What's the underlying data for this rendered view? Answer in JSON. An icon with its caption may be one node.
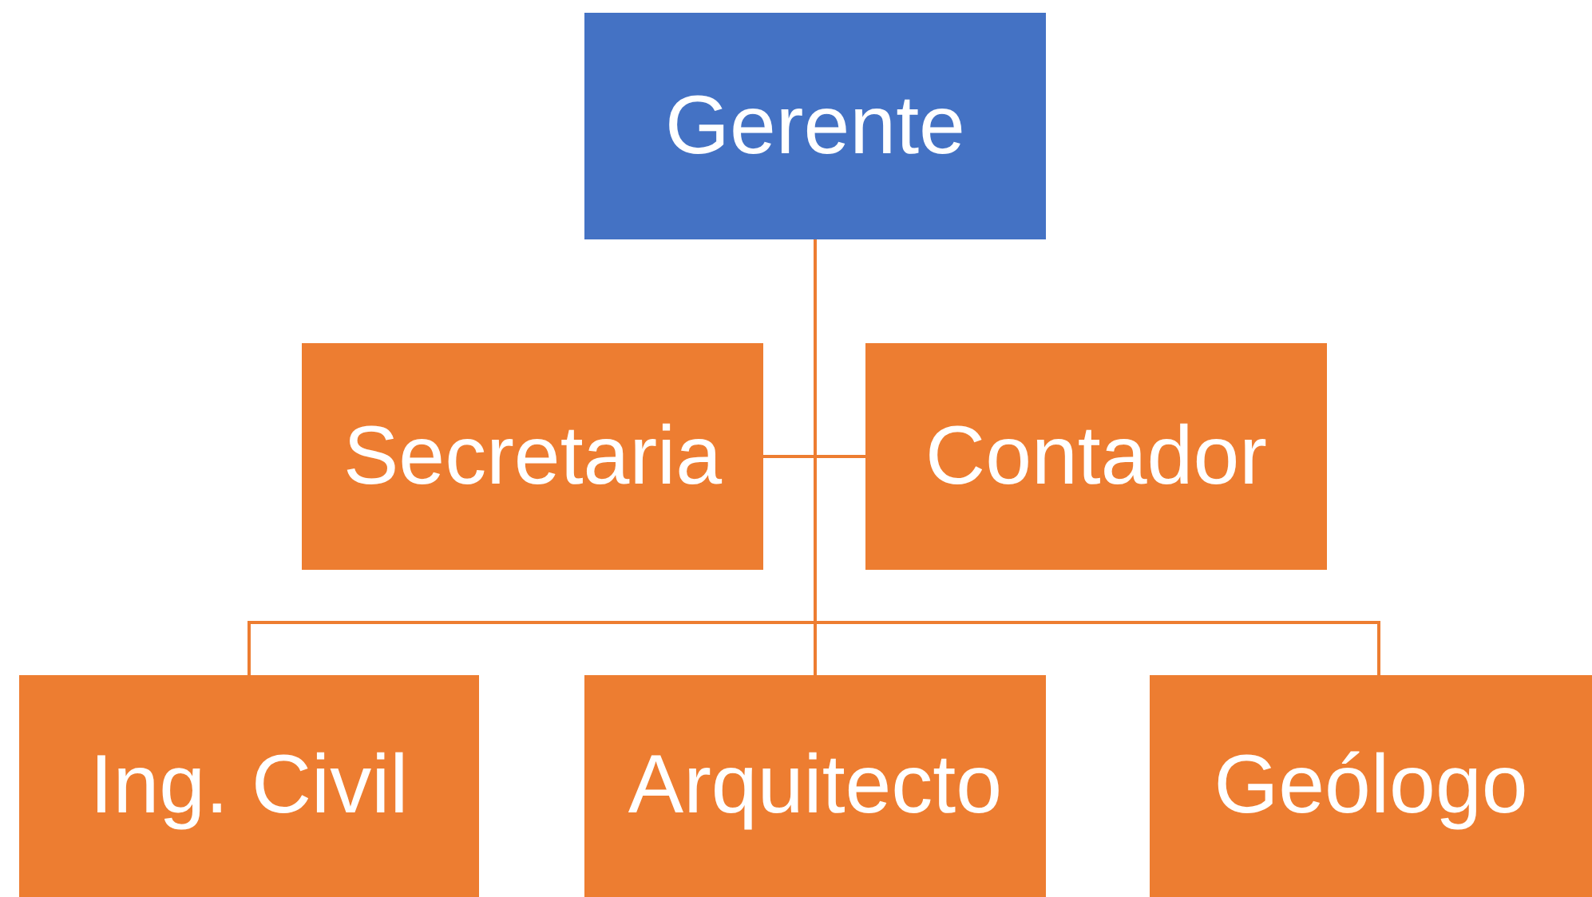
{
  "diagram": {
    "nodes": [
      {
        "text": [
          "Gerente"
        ]
      },
      {
        "text": [
          "Secretaria"
        ]
      },
      {
        "text": [
          "Contador"
        ]
      },
      {
        "text": [
          "Ing. Civil"
        ]
      },
      {
        "text": [
          "Arquitecto"
        ]
      },
      {
        "text": [
          "Geólogo"
        ]
      }
    ],
    "edges": [
      {
        "from": 0,
        "to": 1,
        "arrow": "none"
      },
      {
        "from": 0,
        "to": 2,
        "arrow": "none"
      },
      {
        "from": 0,
        "to": 3,
        "arrow": "none"
      },
      {
        "from": 0,
        "to": 4,
        "arrow": "none"
      },
      {
        "from": 0,
        "to": 5,
        "arrow": "none"
      }
    ]
  }
}
